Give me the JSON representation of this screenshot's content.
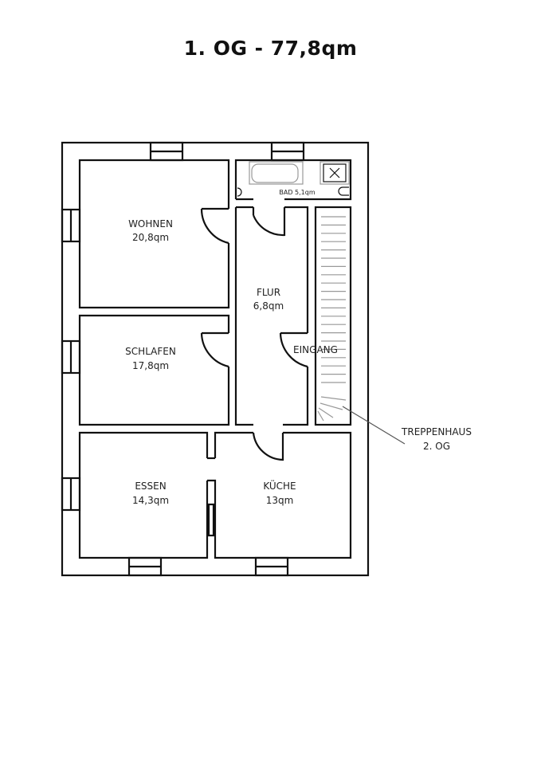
{
  "title": "1.  OG - 77,8qm",
  "rooms": {
    "wohnen": {
      "name": "WOHNEN",
      "area": "20,8qm"
    },
    "flur": {
      "name": "FLUR",
      "area": "6,8qm"
    },
    "schlafen": {
      "name": "SCHLAFEN",
      "area": "17,8qm"
    },
    "bad": {
      "label": "BAD 5,1qm"
    },
    "eingang": {
      "name": "EINGANG"
    },
    "essen": {
      "name": "ESSEN",
      "area": "14,3qm"
    },
    "kueche": {
      "name": "KÜCHE",
      "area": "13qm"
    }
  },
  "annotation": {
    "line1": "TREPPENHAUS",
    "line2": "2. OG"
  }
}
